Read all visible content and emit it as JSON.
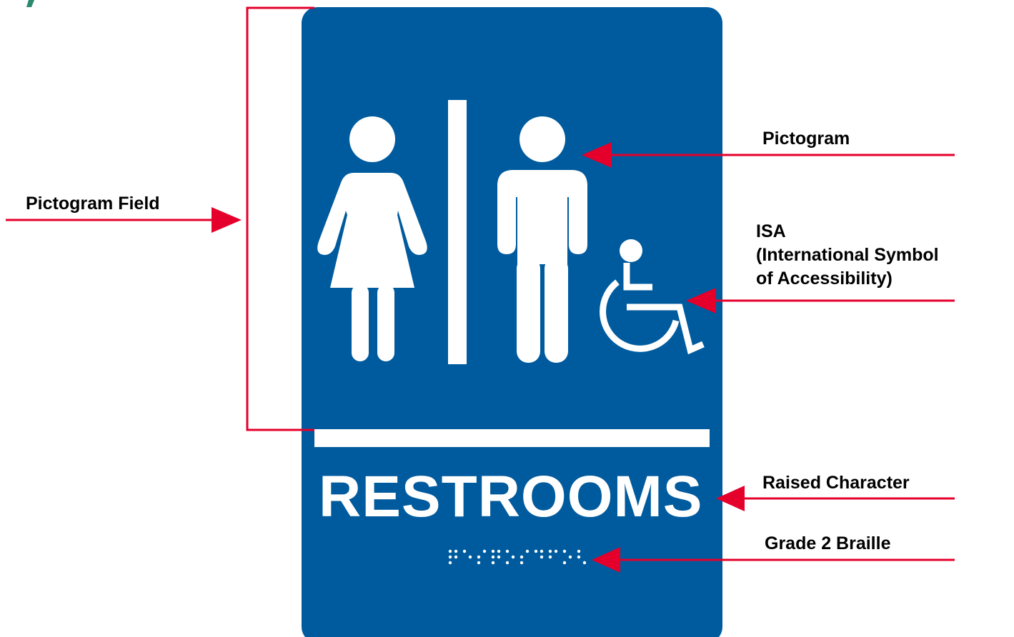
{
  "colors": {
    "sign_blue": "#005b9e",
    "arrow_red": "#e4002b",
    "pictogram_white": "#ffffff",
    "corner_mark": "#2b8a6e"
  },
  "sign": {
    "title": "RESTROOMS"
  },
  "callouts": {
    "pictogram_field": "Pictogram Field",
    "pictogram": "Pictogram",
    "isa_line1": "ISA",
    "isa_line2": "(International Symbol",
    "isa_line3": "of Accessibility)",
    "raised_character": "Raised Character",
    "grade2_braille": "Grade 2 Braille"
  },
  "icons": {
    "female": "female-pictogram-icon",
    "male": "male-pictogram-icon",
    "isa": "wheelchair-accessibility-icon"
  }
}
